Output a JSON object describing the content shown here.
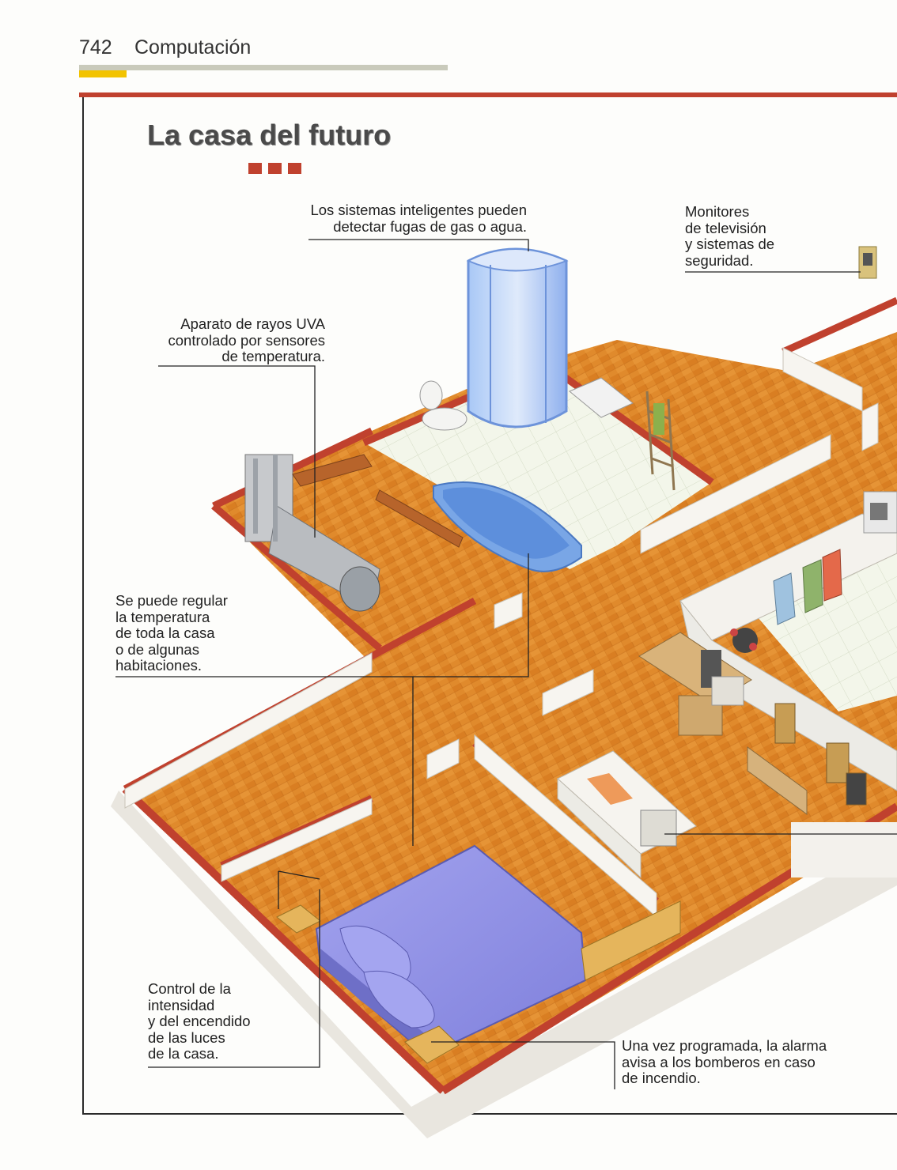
{
  "header": {
    "page_number": "742",
    "section": "Computación"
  },
  "title": "La casa del futuro",
  "callouts": {
    "gas_water": "Los sistemas inteligentes pueden\ndetectar fugas de gas o agua.",
    "monitors": "Monitores\nde televisión\ny sistemas de\nseguridad.",
    "uva": "Aparato de rayos UVA\ncontrolado por sensores\nde temperatura.",
    "temperature": "Se puede regular\nla temperatura\nde toda la casa\no de algunas\nhabitaciones.",
    "lights": "Control de la\nintensidad\ny del encendido\nde las luces\nde la casa.",
    "alarm": "Una vez programada, la alarma\navisa a los bomberos en caso\nde incendio."
  },
  "colors": {
    "accent_red": "#c0412e",
    "accent_yellow": "#f2c300",
    "floor_wood": "#e08a2c",
    "wall_white": "#f7f5f0",
    "bedspread": "#8e8fe6",
    "shower_glass": "#8fb6f2"
  }
}
